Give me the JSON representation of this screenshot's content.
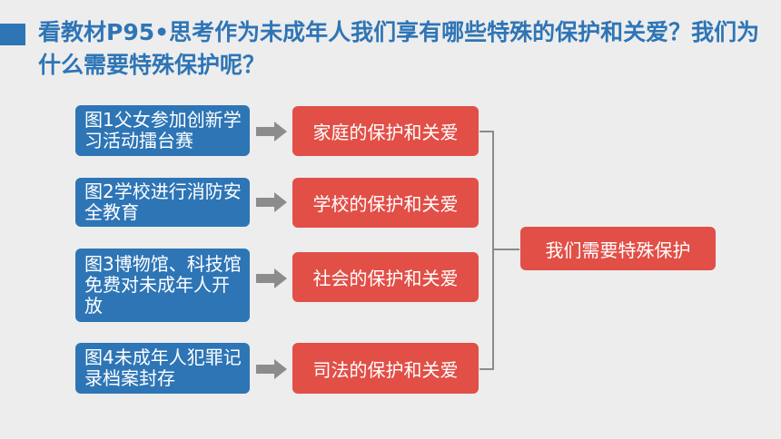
{
  "title": "看教材P95•思考作为未成年人我们享有哪些特殊的保护和关爱？我们为什么需要特殊保护呢？",
  "items": [
    {
      "figure": "图1父女参加创新学习活动擂台赛",
      "protection": "家庭的保护和关爱"
    },
    {
      "figure": "图2学校进行消防安全教育",
      "protection": "学校的保护和关爱"
    },
    {
      "figure": "图3博物馆、科技馆免费对未成年人开放",
      "protection": "社会的保护和关爱"
    },
    {
      "figure": "图4未成年人犯罪记录档案封存",
      "protection": "司法的保护和关爱"
    }
  ],
  "conclusion": "我们需要特殊保护",
  "colors": {
    "title": "#2e75b6",
    "figure_box": "#2e75b6",
    "protection_box": "#e14f47",
    "arrow": "#8c8c8c",
    "bracket": "#8a8a8a",
    "background": "#ededed"
  },
  "icons": {
    "arrow": "right-arrow-icon",
    "bracket": "right-bracket-connector"
  }
}
